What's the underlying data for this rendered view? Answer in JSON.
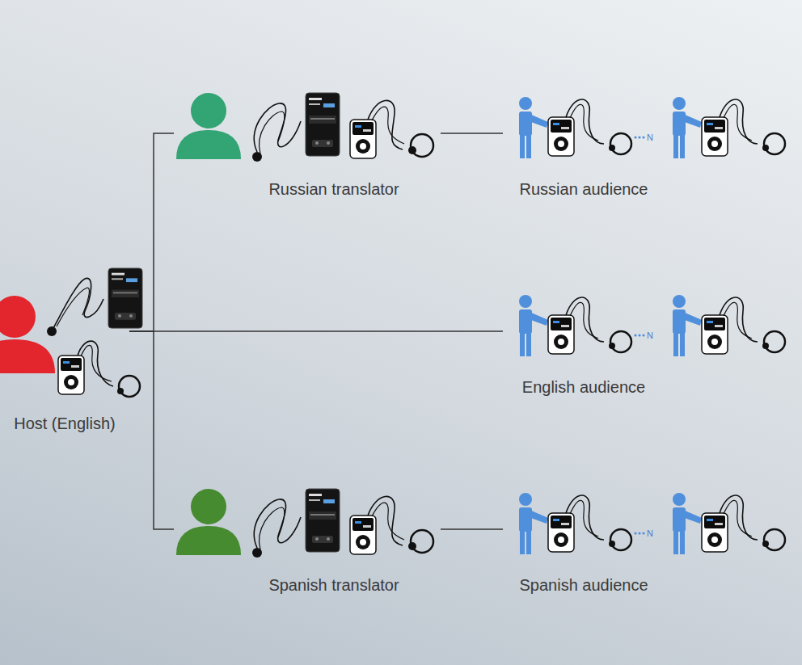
{
  "diagram": {
    "nodes": [
      {
        "text": [
          "Host (English)"
        ]
      },
      {
        "text": [
          "Russian translator"
        ]
      },
      {
        "text": [
          "Russian audience"
        ]
      },
      {
        "text": [
          "English audience"
        ]
      },
      {
        "text": [
          "Spanish translator"
        ]
      },
      {
        "text": [
          "Spanish audience"
        ]
      }
    ],
    "edges": [
      {
        "from": 0,
        "to": 1,
        "arrow": "none"
      },
      {
        "from": 0,
        "to": 3,
        "arrow": "none"
      },
      {
        "from": 0,
        "to": 4,
        "arrow": "none"
      },
      {
        "from": 1,
        "to": 2,
        "arrow": "none"
      },
      {
        "from": 4,
        "to": 5,
        "arrow": "none"
      }
    ],
    "labels": [
      "N",
      "N",
      "N"
    ]
  }
}
